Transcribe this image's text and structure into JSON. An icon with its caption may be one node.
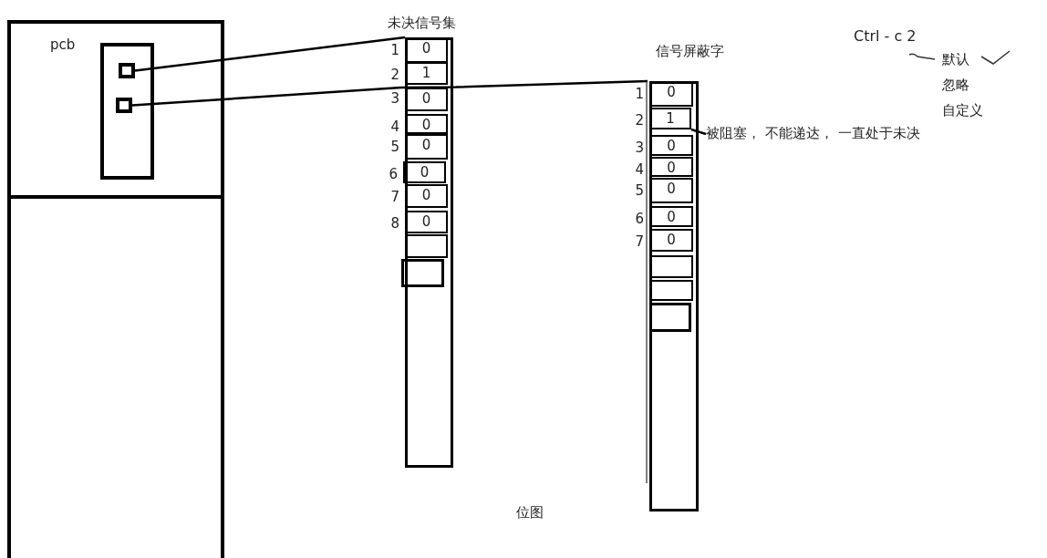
{
  "diagram": {
    "nodes": [
      {
        "text": [
          "pcb"
        ]
      },
      {
        "text": [],
        "shape": "box",
        "in": 0
      },
      {
        "text": [],
        "shape": "box",
        "in": 1
      },
      {
        "text": [],
        "shape": "box",
        "in": 1
      },
      {
        "text": [],
        "shape": "box"
      },
      {
        "text": [
          "未决信号集"
        ]
      },
      {
        "text": [
          "0"
        ],
        "beside": [
          "1"
        ],
        "in": 5
      },
      {
        "text": [
          "1"
        ],
        "beside": [
          "2"
        ],
        "in": 5
      },
      {
        "text": [
          "0"
        ],
        "beside": [
          "3"
        ],
        "in": 5
      },
      {
        "text": [
          "0"
        ],
        "beside": [
          "4"
        ],
        "in": 5
      },
      {
        "text": [
          "0"
        ],
        "beside": [
          "5"
        ],
        "in": 5
      },
      {
        "text": [
          "0"
        ],
        "beside": [
          "6"
        ],
        "in": 5
      },
      {
        "text": [
          "0"
        ],
        "beside": [
          "7"
        ],
        "in": 5
      },
      {
        "text": [
          "0"
        ],
        "beside": [
          "8"
        ],
        "in": 5
      },
      {
        "text": [],
        "shape": "box",
        "in": 5
      },
      {
        "text": [],
        "shape": "box",
        "in": 5
      },
      {
        "text": [
          "信号屏蔽字"
        ]
      },
      {
        "text": [
          "0"
        ],
        "beside": [
          "1"
        ],
        "in": 16
      },
      {
        "text": [
          "1"
        ],
        "beside": [
          "2"
        ],
        "in": 16
      },
      {
        "text": [
          "0"
        ],
        "beside": [
          "3"
        ],
        "in": 16
      },
      {
        "text": [
          "0"
        ],
        "beside": [
          "4"
        ],
        "in": 16
      },
      {
        "text": [
          "0"
        ],
        "beside": [
          "5"
        ],
        "in": 16
      },
      {
        "text": [
          "0"
        ],
        "beside": [
          "6"
        ],
        "in": 16
      },
      {
        "text": [
          "0"
        ],
        "beside": [
          "7"
        ],
        "in": 16
      },
      {
        "text": [],
        "shape": "box",
        "in": 16
      },
      {
        "text": [],
        "shape": "box",
        "in": 16
      },
      {
        "text": [],
        "shape": "box",
        "in": 16
      },
      {
        "text": [
          "被阻塞， 不能递达， 一直处于未决"
        ]
      }
    ],
    "edges": [
      {
        "from": 2,
        "to": 5,
        "arrow": "none"
      },
      {
        "from": 3,
        "to": 16,
        "arrow": "none"
      },
      {
        "from": 27,
        "to": 18,
        "arrow": "none"
      }
    ],
    "labels": [
      "Ctrl - c 2",
      "默认",
      "忽略",
      "自定义",
      "位图"
    ]
  }
}
